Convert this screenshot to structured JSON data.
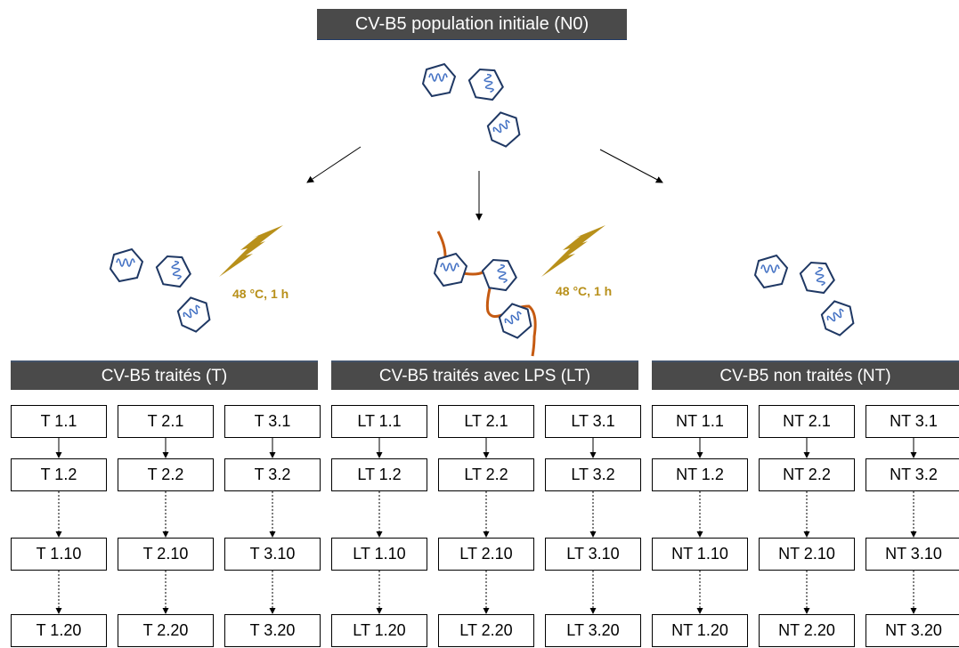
{
  "title": "CV-B5 population initiale (N0)",
  "groups": [
    {
      "header": "CV-B5 traités (T)",
      "condition": "48 °C, 1 h",
      "columns": [
        [
          "T 1.1",
          "T 1.2",
          "T 1.10",
          "T 1.20"
        ],
        [
          "T 2.1",
          "T 2.2",
          "T 2.10",
          "T 2.20"
        ],
        [
          "T 3.1",
          "T 3.2",
          "T 3.10",
          "T 3.20"
        ]
      ]
    },
    {
      "header": "CV-B5 traités avec LPS (LT)",
      "condition": "48 °C, 1 h",
      "columns": [
        [
          "LT 1.1",
          "LT 1.2",
          "LT 1.10",
          "LT 1.20"
        ],
        [
          "LT 2.1",
          "LT 2.2",
          "LT 2.10",
          "LT 2.20"
        ],
        [
          "LT 3.1",
          "LT 3.2",
          "LT 3.10",
          "LT 3.20"
        ]
      ]
    },
    {
      "header": "CV-B5 non traités (NT)",
      "columns": [
        [
          "NT 1.1",
          "NT 1.2",
          "NT 1.10",
          "NT 1.20"
        ],
        [
          "NT 2.1",
          "NT 2.2",
          "NT 2.10",
          "NT 2.20"
        ],
        [
          "NT 3.1",
          "NT 3.2",
          "NT 3.10",
          "NT 3.20"
        ]
      ]
    }
  ],
  "colors": {
    "header_bg": "#4a4a4a",
    "virus_outline": "#1f3864",
    "rna": "#4472c4",
    "lightning": "#b8901a",
    "lps": "#c55a11"
  },
  "icons": [
    "virus-particle-icon",
    "lightning-icon",
    "lps-chain-icon",
    "arrow-icon"
  ]
}
